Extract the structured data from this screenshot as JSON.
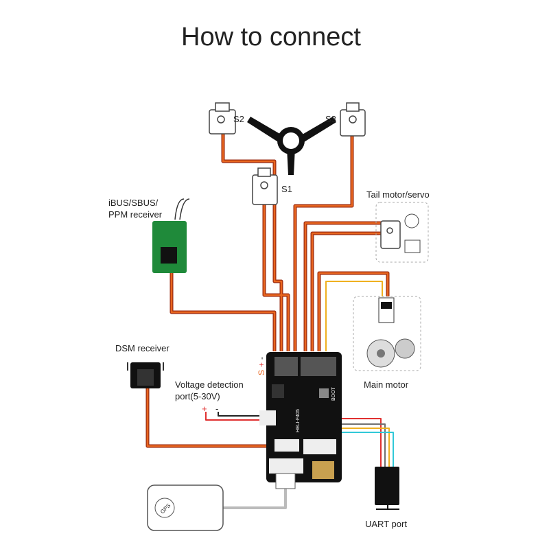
{
  "title": "How to connect",
  "servos": {
    "s1": "S1",
    "s2": "S2",
    "s3": "S3"
  },
  "receiver": {
    "line1": "iBUS/SBUS/",
    "line2": "PPM receiver"
  },
  "tail": "Tail motor/servo",
  "main_motor": "Main motor",
  "dsm": "DSM receiver",
  "voltage": {
    "line1": "Voltage detection",
    "line2": "port(5-30V)",
    "plus": "+",
    "minus": "-"
  },
  "board": {
    "name": "HELI-F405",
    "boot": "BOOT",
    "pin_signal": "S",
    "pin_plus": "+",
    "pin_minus": "-"
  },
  "uart": "UART port",
  "gps": "GPS",
  "colors": {
    "wire": "#e8661f",
    "wire_edge": "#9a2a10",
    "board": "#111111",
    "uart_red": "#e03030",
    "uart_yellow": "#f0b020",
    "uart_cyan": "#30c8d8",
    "uart_gray": "#707070"
  }
}
